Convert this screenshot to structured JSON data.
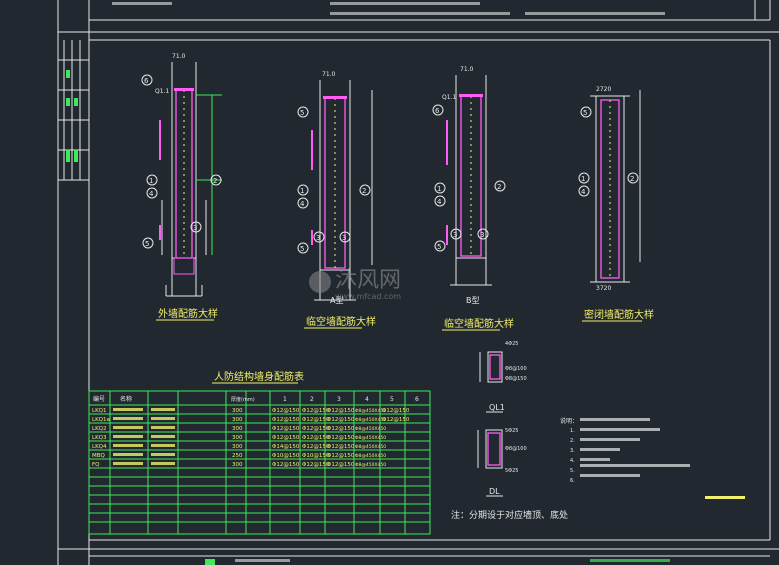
{
  "details": [
    {
      "title": "外墙配筋大样",
      "dims": [
        "71.0",
        "6",
        "Q1.1"
      ],
      "markers": [
        "6",
        "1",
        "4",
        "2",
        "5",
        "3"
      ]
    },
    {
      "title": "临空墙配筋大样",
      "subtitle": "A型",
      "dims": [
        "71.0"
      ],
      "markers": [
        "5",
        "1",
        "4",
        "2",
        "3",
        "3",
        "5"
      ]
    },
    {
      "title": "临空墙配筋大样",
      "subtitle": "B型",
      "dims": [
        "71.0",
        "Q1.1"
      ],
      "markers": [
        "6",
        "1",
        "4",
        "2",
        "3",
        "3",
        "5"
      ]
    },
    {
      "title": "密闭墙配筋大样",
      "dims": [
        "2720",
        "3720"
      ],
      "markers": [
        "5",
        "1",
        "4",
        "2"
      ]
    }
  ],
  "table": {
    "title": "人防结构墙身配筋表",
    "headers": [
      "编号",
      "名称",
      "",
      "厚度(mm)",
      "",
      "1",
      "2",
      "3",
      "4",
      "5",
      "6"
    ],
    "rows": [
      [
        "LKQ1",
        "",
        "",
        "300",
        "",
        "Φ12@150",
        "Φ12@150",
        "Φ12@150",
        "Φ8@450X450",
        "Φ12@150",
        ""
      ],
      [
        "LKQ1a",
        "",
        "",
        "300",
        "",
        "Φ12@150",
        "Φ12@150",
        "Φ12@150",
        "Φ8@450X450",
        "Φ12@150",
        ""
      ],
      [
        "LKQ2",
        "",
        "",
        "300",
        "",
        "Φ12@150",
        "Φ12@150",
        "Φ12@150",
        "Φ8@450X450",
        "",
        ""
      ],
      [
        "LKQ3",
        "",
        "",
        "300",
        "",
        "Φ12@150",
        "Φ12@150",
        "Φ12@150",
        "Φ8@450X450",
        "",
        ""
      ],
      [
        "LKQ4",
        "",
        "",
        "300",
        "",
        "Φ14@150",
        "Φ12@150",
        "Φ12@150",
        "Φ8@450X450",
        "",
        ""
      ],
      [
        "MBQ",
        "",
        "",
        "250",
        "",
        "Φ10@150",
        "Φ10@150",
        "Φ12@150",
        "Φ8@450X450",
        "",
        ""
      ],
      [
        "FQ",
        "",
        "",
        "300",
        "",
        "Φ12@150",
        "Φ12@150",
        "Φ12@150",
        "Φ8@450X450",
        "",
        ""
      ]
    ]
  },
  "sections": [
    {
      "label": "QL1",
      "dims": [
        "4Φ25",
        "Φ8@100",
        "Φ8@150"
      ]
    },
    {
      "label": "DL",
      "dims": [
        "5Φ25",
        "Φ8@100",
        "5Φ25"
      ]
    }
  ],
  "note_main": "注：分期设于对应墙顶、底处",
  "notes_label": "说明：",
  "notes_marks": [
    "1.",
    "2.",
    "3.",
    "4.",
    "5.",
    "6."
  ],
  "watermark": {
    "text": "沐风网",
    "url": "www.mfcad.com"
  },
  "colors": {
    "bg": "#212830",
    "frame": "#e8e8e8",
    "yellow": "#f2ef6a",
    "green": "#3ee85a",
    "magenta": "#ff5cf3",
    "cyan": "#59e6ee"
  }
}
